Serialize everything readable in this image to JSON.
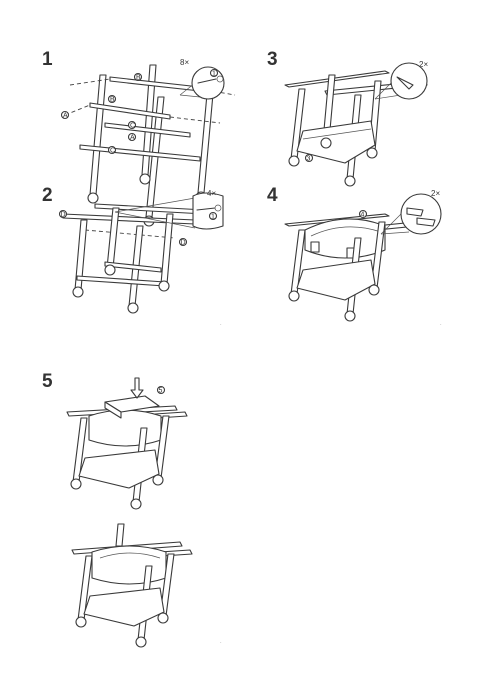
{
  "steps": [
    {
      "number": "1",
      "quantity": "8×",
      "part_tags": [
        "A",
        "B",
        "C"
      ],
      "screw_tag": "1"
    },
    {
      "number": "2",
      "quantity": "4×",
      "part_tags": [
        "D"
      ],
      "screw_tag": "1"
    },
    {
      "number": "3",
      "quantity": "2×",
      "part_tags": [
        "3"
      ]
    },
    {
      "number": "4",
      "quantity": "2×",
      "part_tags": [
        "4"
      ]
    },
    {
      "number": "5",
      "part_tags": [
        "5"
      ]
    }
  ],
  "icons": {
    "wheel": "wheel-icon",
    "screw": "screw-icon",
    "arrow": "arrow-down-icon",
    "magnifier": "detail-callout-icon"
  },
  "colors": {
    "line": "#3a3a3a",
    "background": "#ffffff"
  }
}
